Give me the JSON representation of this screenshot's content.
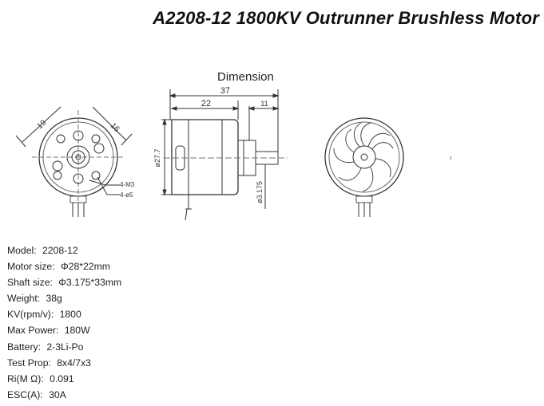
{
  "title": "A2208-12 1800KV Outrunner Brushless Motor",
  "diagram": {
    "heading": "Dimension",
    "front_view": {
      "dim_left": "19",
      "dim_right": "16",
      "label_m3": "4-M3",
      "label_phi5": "4-ø5"
    },
    "side_view": {
      "overall_length": "37",
      "body_length": "22",
      "shaft_length": "11",
      "diameter": "ø27.7",
      "shaft_diameter": "ø3.175"
    }
  },
  "specs": [
    {
      "label": "Model:",
      "value": "2208-12"
    },
    {
      "label": "Motor size:",
      "value": "Φ28*22mm"
    },
    {
      "label": "Shaft size:",
      "value": "Φ3.175*33mm"
    },
    {
      "label": "Weight:",
      "value": "38g"
    },
    {
      "label": "KV(rpm/v):",
      "value": "1800"
    },
    {
      "label": "Max Power:",
      "value": "180W"
    },
    {
      "label": "Battery:",
      "value": "2-3Li-Po"
    },
    {
      "label": "Test Prop:",
      "value": "8x4/7x3"
    },
    {
      "label": "Ri(M Ω):",
      "value": "0.091"
    },
    {
      "label": "ESC(A):",
      "value": "30A"
    }
  ]
}
